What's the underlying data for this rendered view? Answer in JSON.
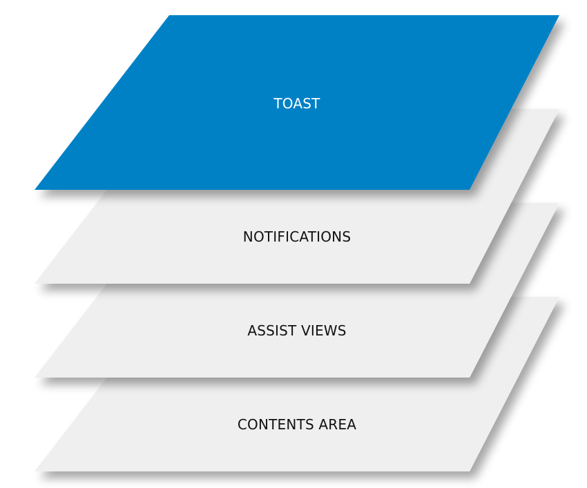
{
  "colors": {
    "active": "#0081c6",
    "inactive": "#efefef",
    "active_text": "#ffffff",
    "inactive_text": "#111111"
  },
  "layers": [
    {
      "label": "CONTENTS AREA",
      "active": false
    },
    {
      "label": "ASSIST VIEWS",
      "active": false
    },
    {
      "label": "NOTIFICATIONS",
      "active": false
    },
    {
      "label": "TOAST",
      "active": true
    }
  ]
}
